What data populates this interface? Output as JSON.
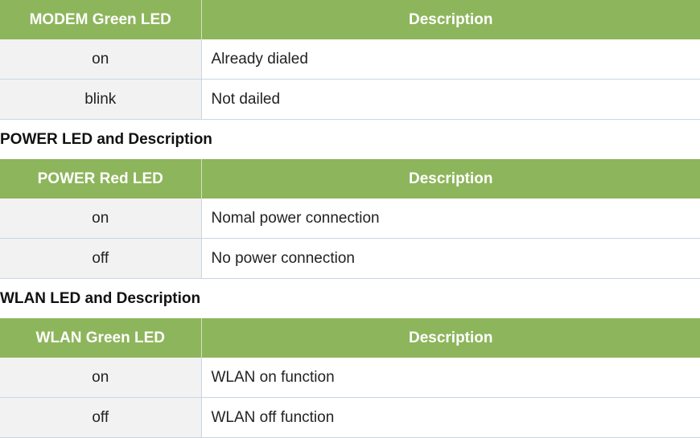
{
  "modem": {
    "header": [
      "MODEM Green LED",
      "Description"
    ],
    "rows": [
      {
        "state": "on",
        "description": "Already dialed"
      },
      {
        "state": "blink",
        "description": "Not dailed"
      }
    ]
  },
  "power": {
    "heading": "POWER LED and Description",
    "header": [
      "POWER Red LED",
      "Description"
    ],
    "rows": [
      {
        "state": "on",
        "description": "Nomal power connection"
      },
      {
        "state": "off",
        "description": "No power connection"
      }
    ]
  },
  "wlan": {
    "heading": "WLAN LED and Description",
    "header": [
      "WLAN Green LED",
      "Description"
    ],
    "rows": [
      {
        "state": "on",
        "description": "WLAN on function"
      },
      {
        "state": "off",
        "description": "WLAN off function"
      }
    ]
  },
  "colors": {
    "header_bg": "#8db55b",
    "state_cell_bg": "#f2f2f2",
    "border": "#c9d6e3"
  }
}
